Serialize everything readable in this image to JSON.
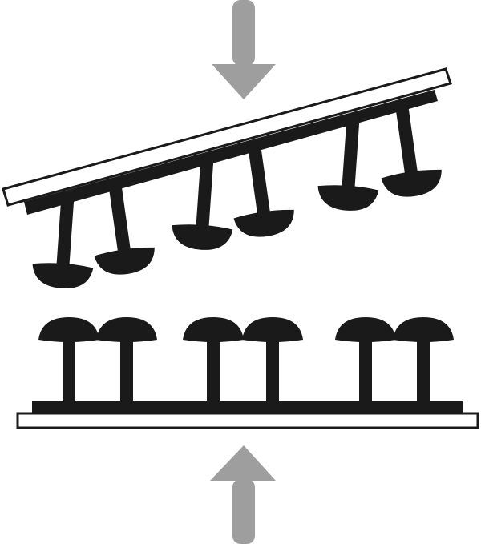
{
  "diagram": {
    "title": "",
    "colors": {
      "fastener": "#1a1a1a",
      "arrow": "#9e9e9e",
      "plate_fill": "#ffffff",
      "background": "#ffffff"
    },
    "top_strip": {
      "mushroom_count": 6,
      "orientation": "facing-down",
      "tilt": "tilted"
    },
    "bottom_strip": {
      "mushroom_count": 6,
      "orientation": "facing-up",
      "tilt": "flat"
    },
    "arrows": [
      {
        "icon": "arrow-down-icon",
        "direction": "down"
      },
      {
        "icon": "arrow-up-icon",
        "direction": "up"
      }
    ]
  }
}
